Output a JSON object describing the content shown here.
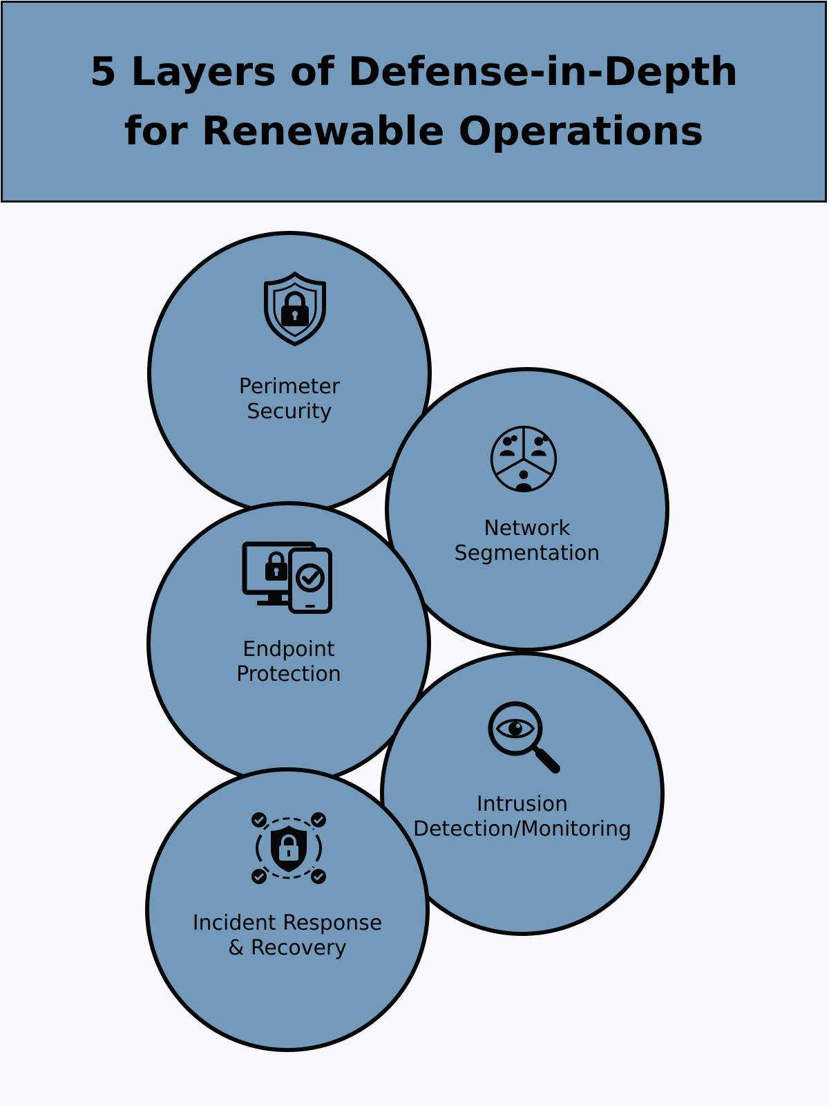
{
  "title": "5 Layers of Defense-in-Depth for Renewable Operations",
  "colors": {
    "header_bg": "#7399bb",
    "circle_fill": "#7399bb",
    "outline": "#060606",
    "page_bg": "#f8f9fd"
  },
  "layers": [
    {
      "lines": [
        "Perimeter",
        "Security"
      ],
      "icon": "shield-lock-icon"
    },
    {
      "lines": [
        "Network",
        "Segmentation"
      ],
      "icon": "network-segments-icon"
    },
    {
      "lines": [
        "Endpoint",
        "Protection"
      ],
      "icon": "devices-lock-check-icon"
    },
    {
      "lines": [
        "Intrusion",
        "Detection/Monitoring"
      ],
      "icon": "magnifier-eye-icon"
    },
    {
      "lines": [
        "Incident Response",
        "& Recovery"
      ],
      "icon": "shield-lock-checks-icon"
    }
  ]
}
